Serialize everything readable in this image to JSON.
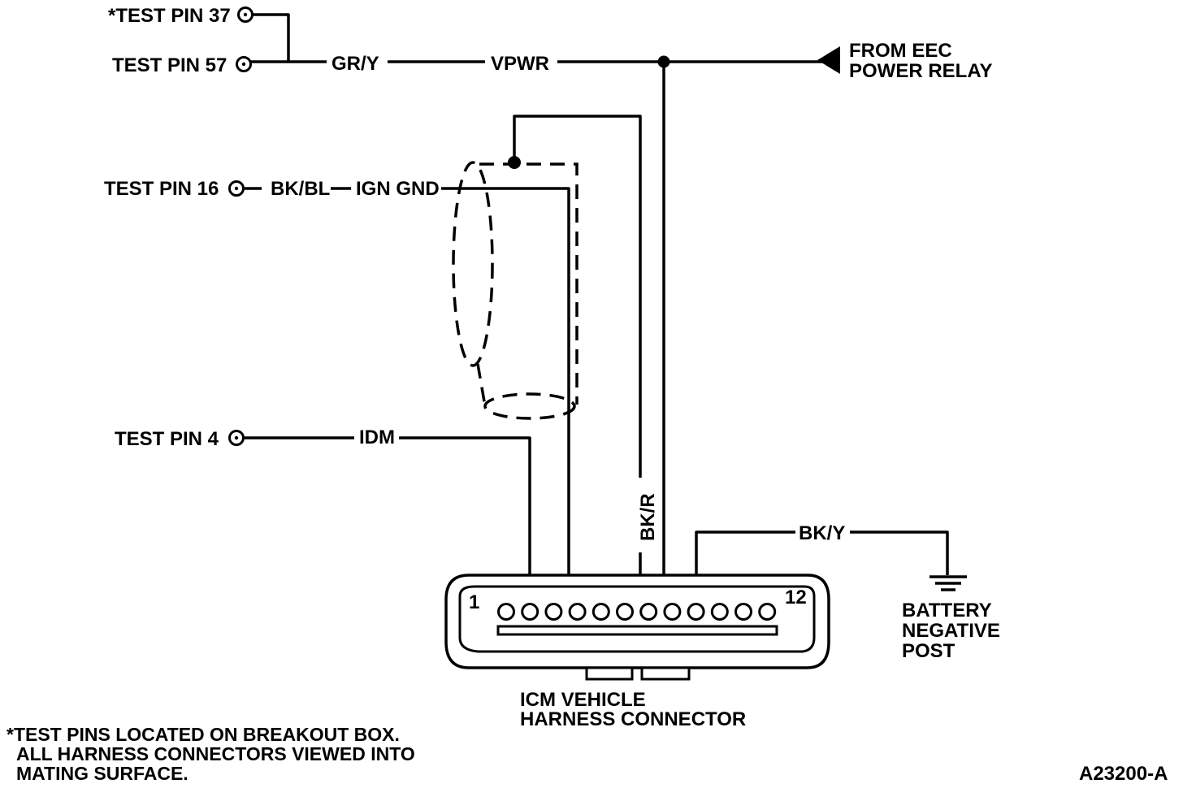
{
  "test_pins": {
    "pin37": "*TEST PIN 37",
    "pin57": "TEST PIN 57",
    "pin16": "TEST PIN 16",
    "pin4": "TEST PIN 4"
  },
  "wires": {
    "gr_y": "GR/Y",
    "vpwr": "VPWR",
    "bk_bl": "BK/BL",
    "ign_gnd": "IGN GND",
    "idm": "IDM",
    "bk_r": "BK/R",
    "bk_y": "BK/Y"
  },
  "relay": {
    "line1": "FROM EEC",
    "line2": "POWER RELAY"
  },
  "connector": {
    "pin_first": "1",
    "pin_last": "12",
    "title_line1": "ICM VEHICLE",
    "title_line2": "HARNESS CONNECTOR"
  },
  "ground": {
    "line1": "BATTERY",
    "line2": "NEGATIVE",
    "line3": "POST"
  },
  "footnote": {
    "line1": "*TEST PINS LOCATED ON BREAKOUT BOX.",
    "line2": "ALL HARNESS CONNECTORS VIEWED INTO",
    "line3": "MATING SURFACE."
  },
  "figure_id": "A23200-A"
}
